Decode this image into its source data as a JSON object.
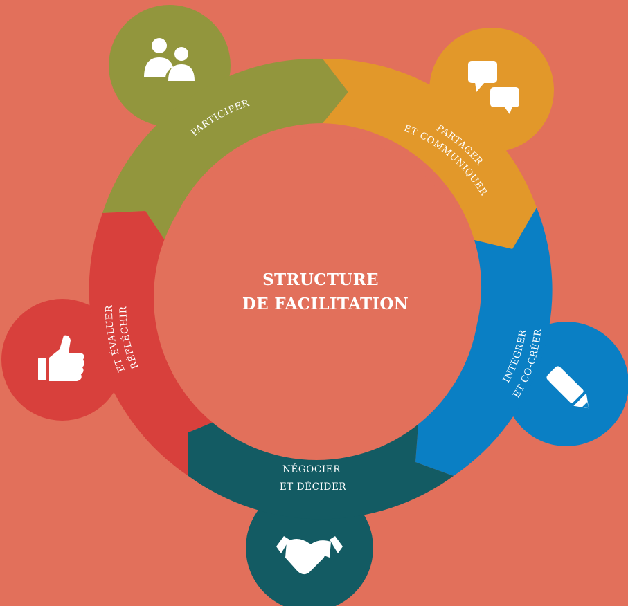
{
  "center": {
    "title_line1": "STRUCTURE",
    "title_line2": "DE FACILITATION"
  },
  "segments": [
    {
      "id": "participer",
      "label_lines": [
        "PARTICIPER"
      ],
      "icon": "people-icon",
      "color": "#92963d"
    },
    {
      "id": "partager",
      "label_lines": [
        "PARTAGER",
        "ET COMMUNIQUER"
      ],
      "icon": "speech-bubbles-icon",
      "color": "#e2982a"
    },
    {
      "id": "integrer",
      "label_lines": [
        "INTÉGRER",
        "ET CO-CRÉER"
      ],
      "icon": "pencil-icon",
      "color": "#0a7fc4"
    },
    {
      "id": "negocier",
      "label_lines": [
        "NÉGOCIER",
        "ET DÉCIDER"
      ],
      "icon": "handshake-icon",
      "color": "#135b63"
    },
    {
      "id": "reflechir",
      "label_lines": [
        "RÉFLÉCHIR",
        "ET ÉVALUER"
      ],
      "icon": "thumbs-up-icon",
      "color": "#d8403c"
    }
  ],
  "colors": {
    "background": "#e2705b",
    "center_fill": "#e2705b"
  }
}
